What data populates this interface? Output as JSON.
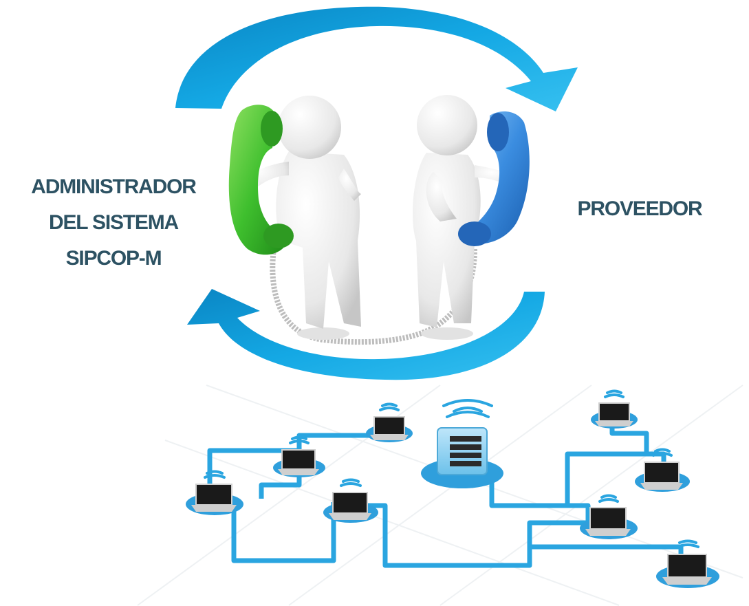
{
  "labels": {
    "administrator_lines": [
      "ADMINISTRADOR",
      "DEL SISTEMA",
      "SIPCOP-M"
    ],
    "provider": "PROVEEDOR"
  },
  "icons": [
    "cycle-arrow-icon",
    "person-figure-icon",
    "telephone-handset-icon",
    "laptop-icon",
    "server-icon",
    "wifi-icon"
  ],
  "colors": {
    "arrow_blue": "#14a8e4",
    "arrow_blue_dark": "#0a86c4",
    "handset_green": "#3fbf2e",
    "handset_blue": "#3b8de0",
    "network_line": "#2aa5e0",
    "node_disc": "#2f9fdc",
    "label_text": "#2d5263"
  }
}
